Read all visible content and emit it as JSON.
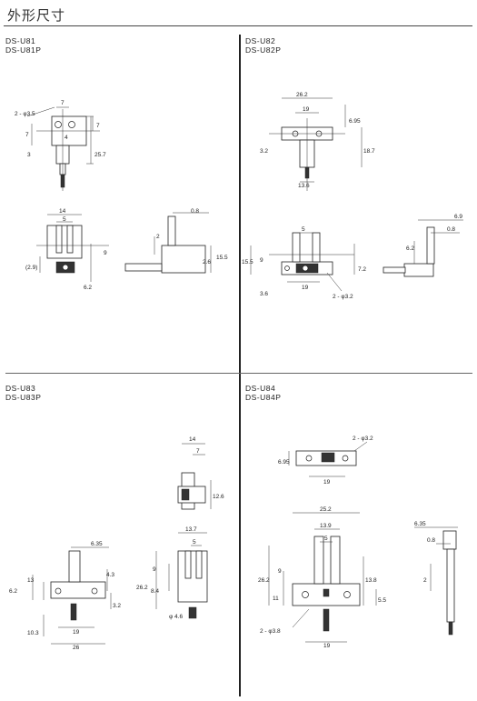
{
  "page": {
    "title": "外形尺寸"
  },
  "sections": [
    {
      "models": [
        "DS-U81",
        "DS-U81P"
      ],
      "dims": {
        "hole": "2 - φ3.5",
        "d7a": "7",
        "d7b": "7",
        "d7c": "7",
        "d4": "4",
        "d3": "3",
        "d25_7": "25.7",
        "d14": "14",
        "d5": "5",
        "d9": "9",
        "d2_9": "(2.9)",
        "d6_2": "6.2",
        "d0_8": "0.8",
        "d2": "2",
        "d2_6": "2.6",
        "d15_5": "15.5"
      }
    },
    {
      "models": [
        "DS-U82",
        "DS-U82P"
      ],
      "dims": {
        "d26_2": "26.2",
        "d19": "19",
        "d6_95": "6.95",
        "d3_2": "3.2",
        "d18_7": "18.7",
        "d13_6": "13.6",
        "d5": "5",
        "d15_5": "15.5",
        "d9": "9",
        "d7_2": "7.2",
        "d3_6": "3.6",
        "d19b": "19",
        "hole": "2 - φ3.2",
        "d6_9": "6.9",
        "d0_8": "0.8",
        "d6_2": "6.2"
      }
    },
    {
      "models": [
        "DS-U83",
        "DS-U83P"
      ],
      "dims": {
        "d14": "14",
        "d7": "7",
        "d12_6": "12.6",
        "d6_35": "6.35",
        "d13": "13",
        "d6_2": "6.2",
        "d4_3": "4.3",
        "d3_2": "3.2",
        "d10_3": "10.3",
        "d19": "19",
        "d26": "26",
        "d13_7": "13.7",
        "d5": "5",
        "d9": "9",
        "d26_2": "26.2",
        "d8_4": "8.4",
        "phi4_6": "φ 4.6"
      }
    },
    {
      "models": [
        "DS-U84",
        "DS-U84P"
      ],
      "dims": {
        "hole": "2 - φ3.2",
        "d6_95": "6.95",
        "d19": "19",
        "d25_2": "25.2",
        "d13_9": "13.9",
        "d5": "5",
        "d9": "9",
        "d26_2": "26.2",
        "d11": "11",
        "d13_8": "13.8",
        "d5_5": "5.5",
        "hole2": "2 - φ3.8",
        "d19b": "19",
        "d6_35": "6.35",
        "d0_8": "0.8",
        "d2": "2"
      }
    }
  ]
}
